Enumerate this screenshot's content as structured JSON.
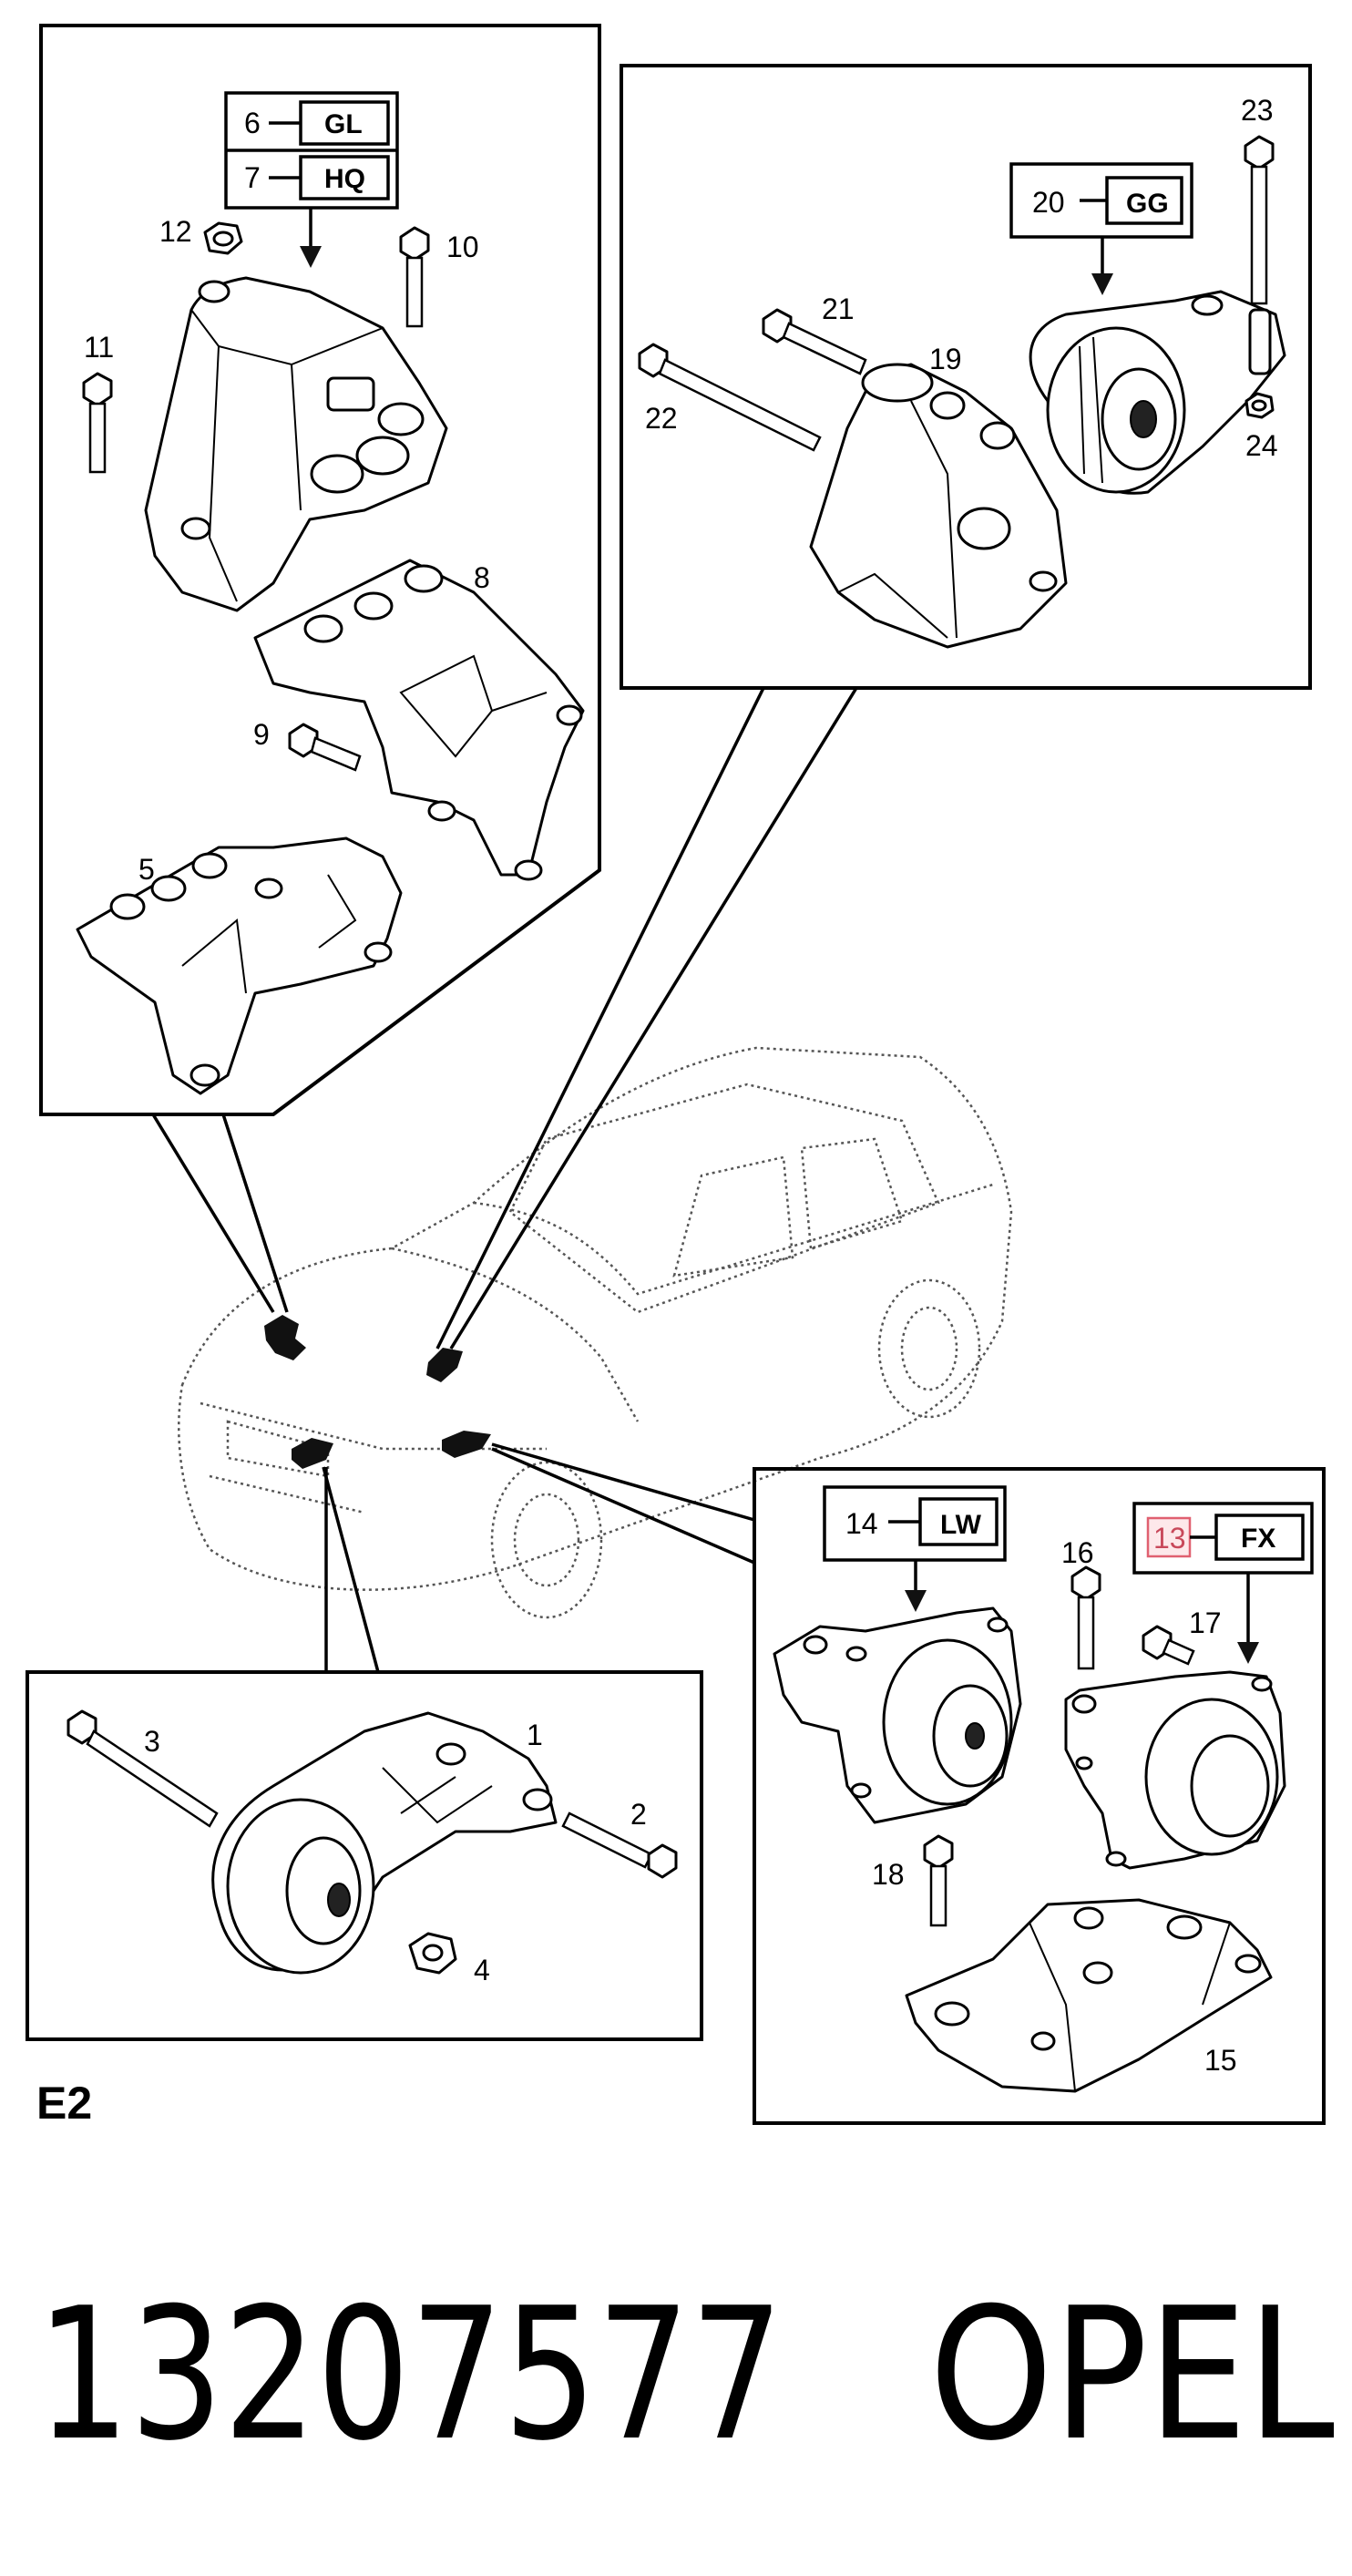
{
  "section_label": "E2",
  "footer": {
    "part_number": "13207577",
    "brand": "OPEL"
  },
  "panels": {
    "top_left": {
      "codes": [
        {
          "number": "6",
          "code": "GL"
        },
        {
          "number": "7",
          "code": "HQ"
        }
      ],
      "callouts": [
        "12",
        "10",
        "11",
        "8",
        "9",
        "5"
      ]
    },
    "top_right": {
      "codes": [
        {
          "number": "20",
          "code": "GG"
        }
      ],
      "callouts": [
        "23",
        "21",
        "19",
        "22",
        "24"
      ]
    },
    "bottom_left": {
      "callouts": [
        "3",
        "1",
        "2",
        "4"
      ]
    },
    "bottom_right": {
      "codes": [
        {
          "number": "14",
          "code": "LW"
        },
        {
          "number": "13",
          "code": "FX",
          "highlighted": true
        }
      ],
      "callouts": [
        "16",
        "17",
        "18",
        "15"
      ]
    }
  }
}
